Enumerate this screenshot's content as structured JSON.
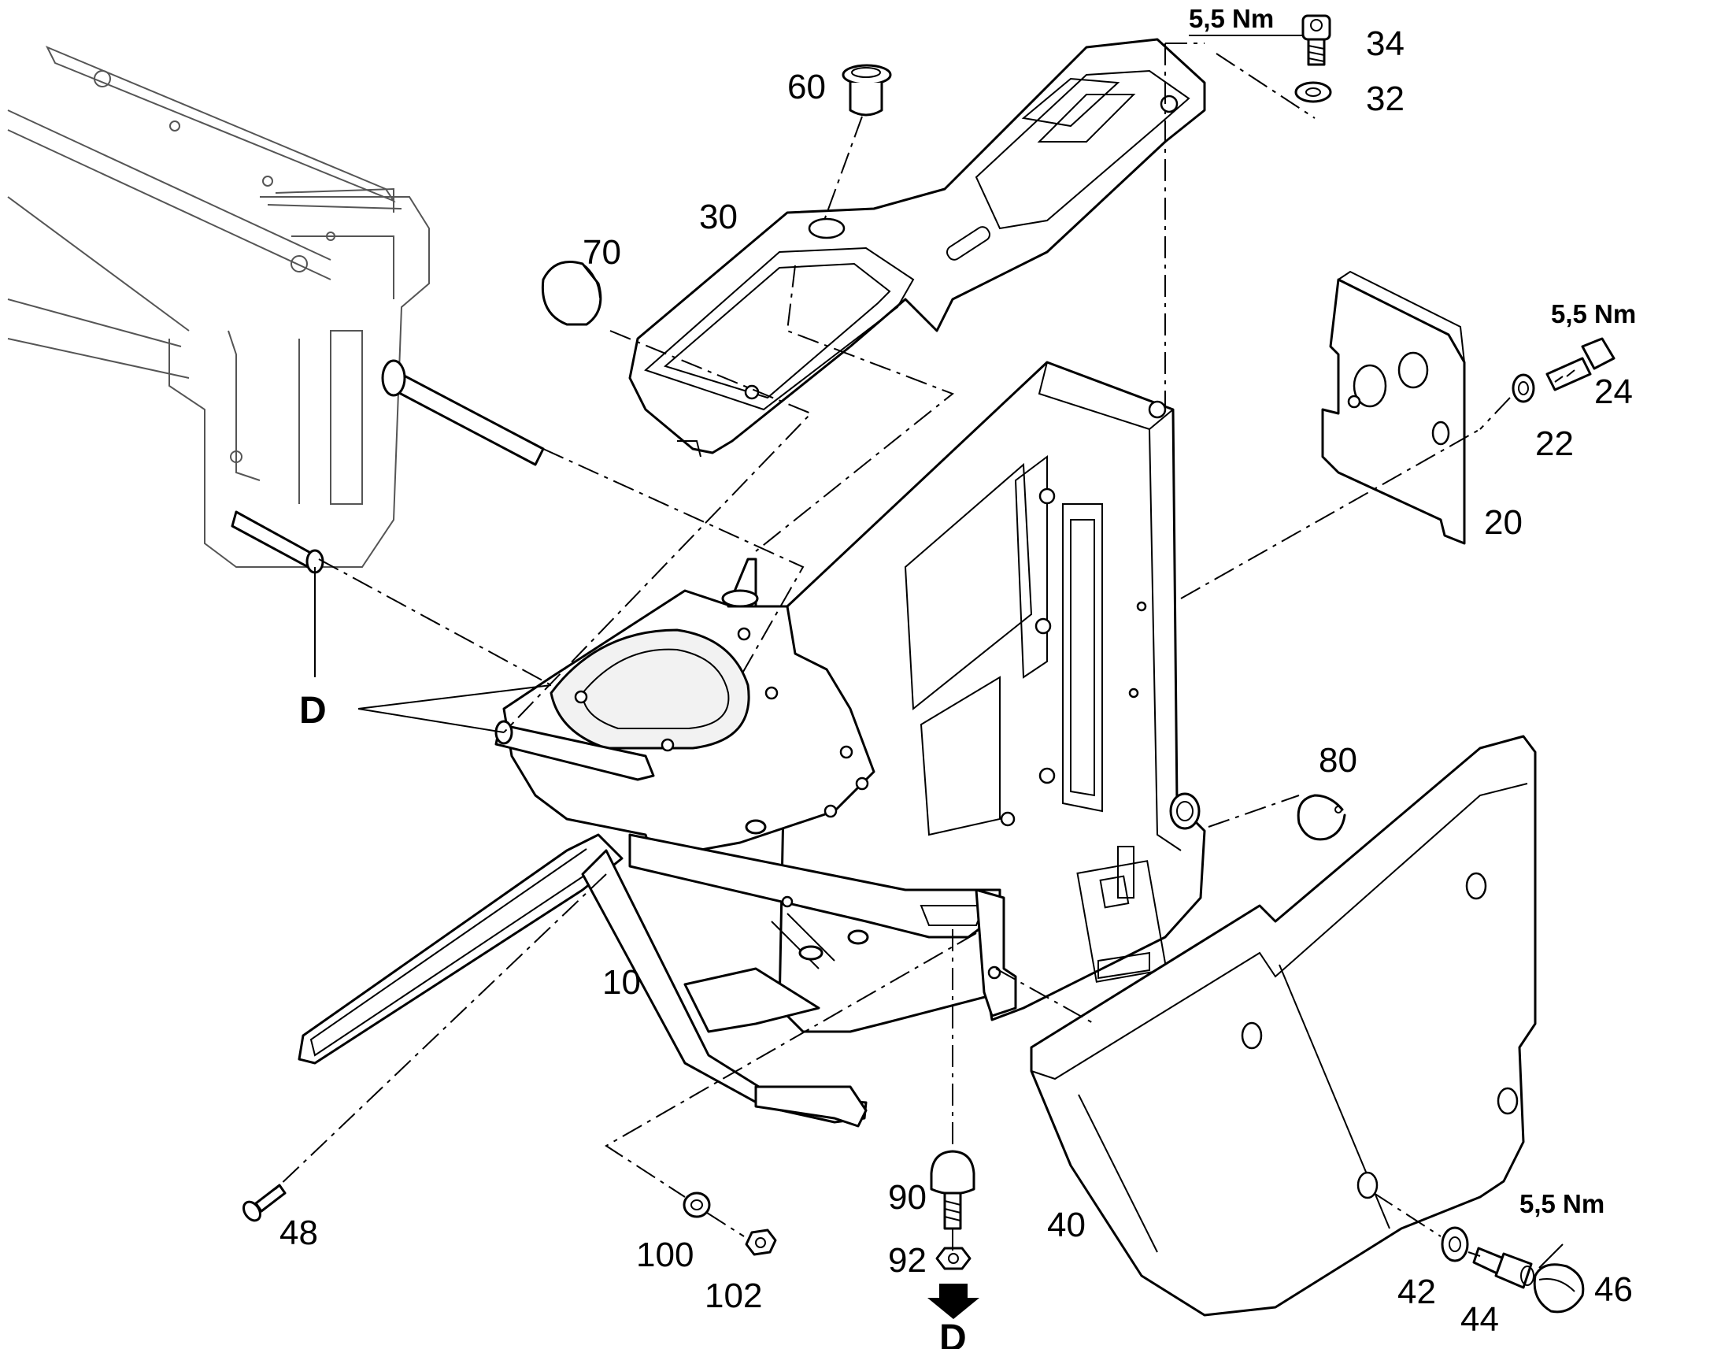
{
  "diagram": {
    "parts": {
      "p10": "10",
      "p20": "20",
      "p22": "22",
      "p24": "24",
      "p30": "30",
      "p32": "32",
      "p34": "34",
      "p40": "40",
      "p42": "42",
      "p44": "44",
      "p46": "46",
      "p48": "48",
      "p60": "60",
      "p70": "70",
      "p80": "80",
      "p90": "90",
      "p92": "92",
      "p100": "100",
      "p102": "102"
    },
    "torque_34": "5,5 Nm",
    "torque_24": "5,5 Nm",
    "torque_44": "5,5 Nm",
    "ref_label_left": "D",
    "ref_label_bottom": "D",
    "colors": {
      "line": "#000000",
      "background": "#ffffff"
    }
  }
}
